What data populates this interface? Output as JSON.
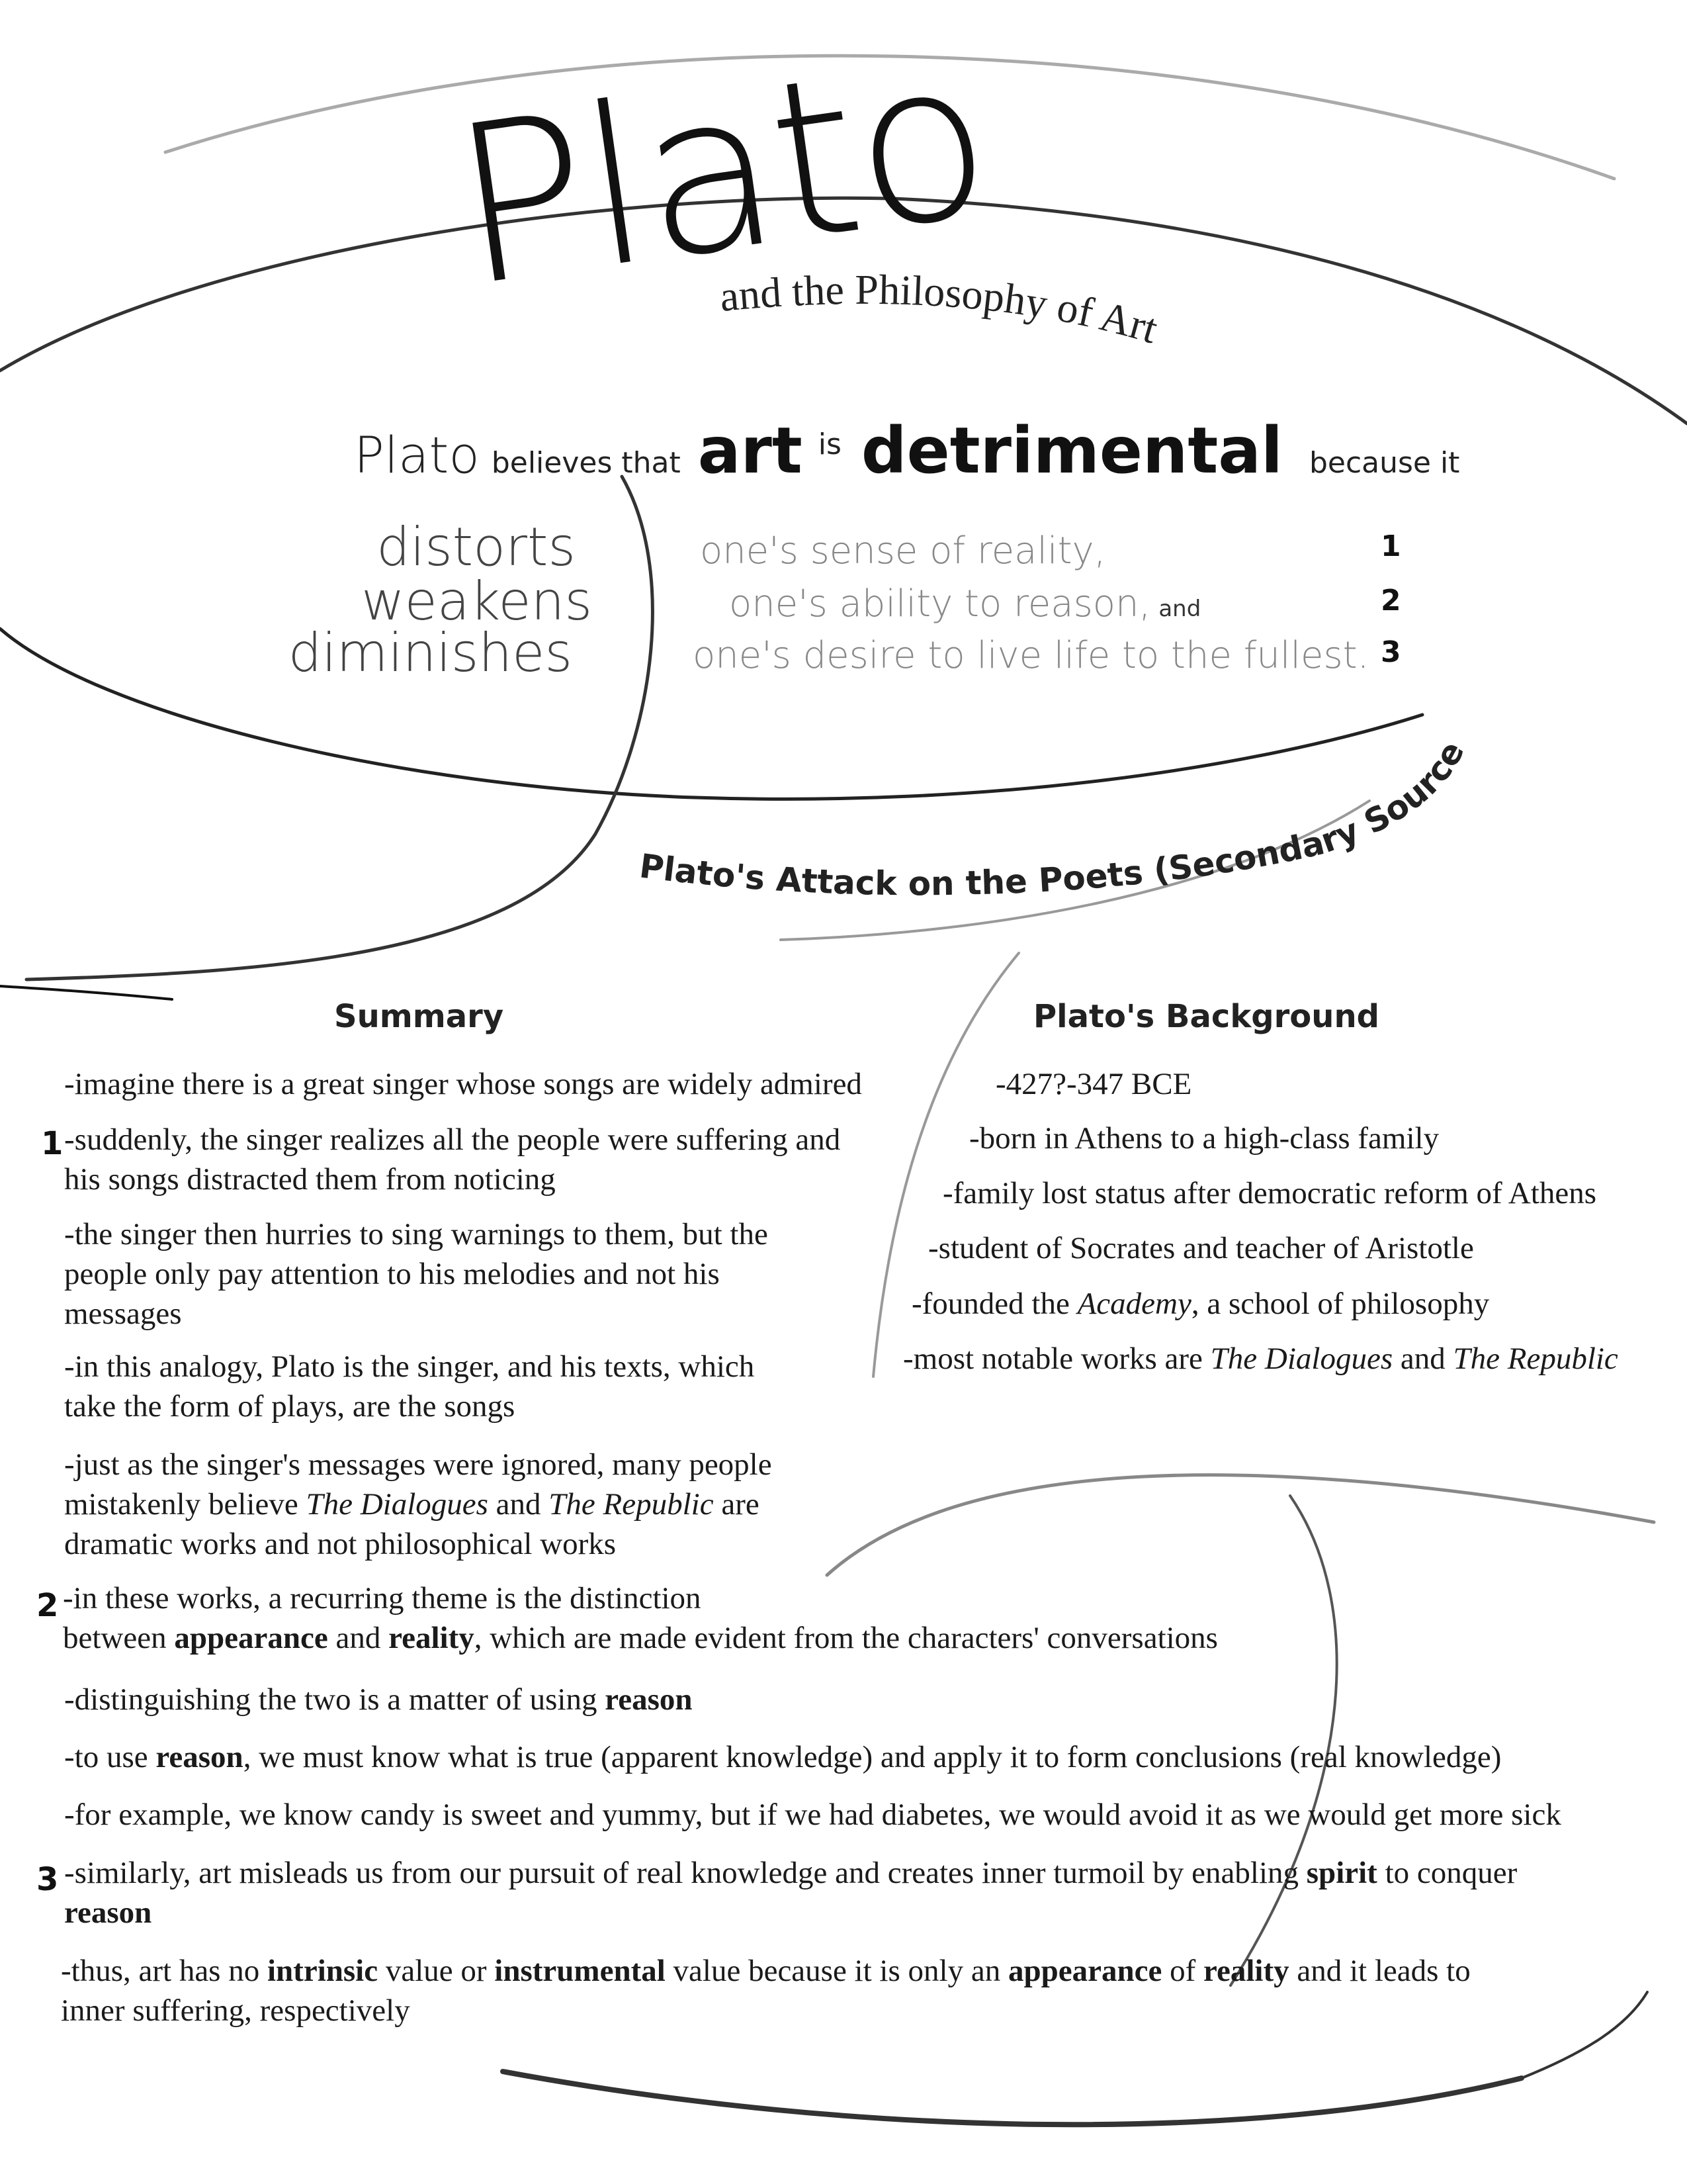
{
  "title": "Plato",
  "subtitle": "and the Philosophy of Art",
  "thesis": {
    "w1": "Plato",
    "w2": "believes that",
    "w3": "art",
    "w4": "is",
    "w5": "detrimental",
    "w6": "because it"
  },
  "effects": [
    {
      "verb": "distorts",
      "phrase": "one's sense of reality,",
      "suffix": "",
      "num": "1"
    },
    {
      "verb": "weakens",
      "phrase": "one's ability to reason,",
      "suffix": "and",
      "num": "2"
    },
    {
      "verb": "diminishes",
      "phrase": "one's desire to live life to the fullest.",
      "suffix": "",
      "num": "3"
    }
  ],
  "source_title": "Plato's Attack on the Poets (Secondary Source)",
  "summary": {
    "heading": "Summary",
    "markers": [
      "1",
      "2",
      "3"
    ],
    "items": [
      [
        "-imagine there is a great singer whose songs are widely admired"
      ],
      [
        "-suddenly, the singer realizes all the people were suffering and",
        "his songs distracted them from noticing"
      ],
      [
        "-the singer then hurries to sing warnings to them, but the",
        "people only pay attention to his melodies and not his",
        "messages"
      ],
      [
        "-in this analogy, Plato is the singer, and his texts, which",
        "take the form of plays, are the songs"
      ],
      [
        "-just as the singer's messages were ignored, many people",
        "mistakenly believe ",
        "The Dialogues",
        " and ",
        "The Republic",
        " are",
        "dramatic works and not philosophical works"
      ],
      [
        "-in these works, a recurring theme is the distinction",
        "between ",
        "appearance",
        " and ",
        "reality",
        ", which are made evident from the characters' conversations"
      ],
      [
        "-distinguishing the two is a matter of using ",
        "reason"
      ],
      [
        "-to use ",
        "reason",
        ", we must know what is true (apparent knowledge) and apply it to form conclusions (real knowledge)"
      ],
      [
        "-for example, we know candy is sweet and yummy, but if we had diabetes, we would avoid it as we would get more sick"
      ],
      [
        "-similarly, art misleads us from our pursuit of real knowledge and creates inner turmoil by enabling ",
        "spirit",
        " to conquer",
        "reason"
      ],
      [
        "-thus, art has no ",
        "intrinsic",
        " value or ",
        "instrumental",
        " value because it is only an ",
        "appearance",
        " of ",
        "reality",
        " and it leads to",
        "inner suffering, respectively"
      ]
    ]
  },
  "background": {
    "heading": "Plato's Background",
    "items": [
      [
        "-427?-347 BCE"
      ],
      [
        "-born in Athens to a high-class family"
      ],
      [
        "-family lost status after democratic reform of Athens"
      ],
      [
        "-student of Socrates and teacher of Aristotle"
      ],
      [
        "-founded the ",
        "Academy",
        ", a school of philosophy"
      ],
      [
        "-most notable works are ",
        "The Dialogues",
        " and ",
        "The Republic"
      ]
    ]
  }
}
